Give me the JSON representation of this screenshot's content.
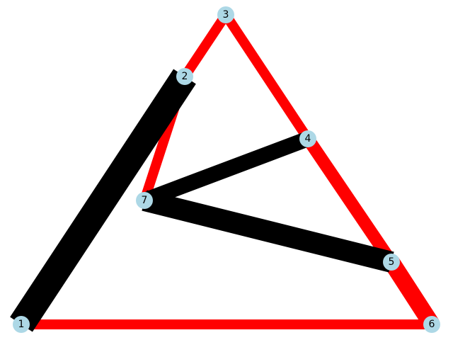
{
  "colors": {
    "node_fill": "#add8e6",
    "background": "#ffffff"
  },
  "graph": {
    "nodes": [
      {
        "id": "1",
        "label": "1"
      },
      {
        "id": "2",
        "label": "2"
      },
      {
        "id": "3",
        "label": "3"
      },
      {
        "id": "4",
        "label": "4"
      },
      {
        "id": "5",
        "label": "5"
      },
      {
        "id": "6",
        "label": "6"
      },
      {
        "id": "7",
        "label": "7"
      }
    ],
    "edges": [
      {
        "source": "1",
        "target": "6",
        "color": "#ff0000"
      },
      {
        "source": "2",
        "target": "3",
        "color": "#ff0000"
      },
      {
        "source": "2",
        "target": "7",
        "color": "#ff0000"
      },
      {
        "source": "3",
        "target": "4",
        "color": "#ff0000"
      },
      {
        "source": "4",
        "target": "5",
        "color": "#ff0000"
      },
      {
        "source": "5",
        "target": "6",
        "color": "#ff0000"
      },
      {
        "source": "1",
        "target": "2",
        "color": "#000000"
      },
      {
        "source": "4",
        "target": "7",
        "color": "#000000"
      },
      {
        "source": "5",
        "target": "7",
        "color": "#000000"
      }
    ]
  }
}
